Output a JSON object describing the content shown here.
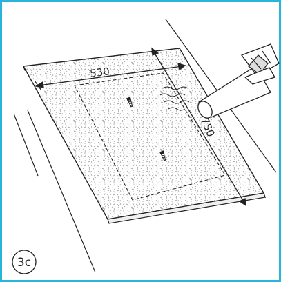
{
  "figure": {
    "step_label": "3c",
    "dimension_width": "530",
    "dimension_height": "750",
    "frame_color": "#27b5d9"
  }
}
